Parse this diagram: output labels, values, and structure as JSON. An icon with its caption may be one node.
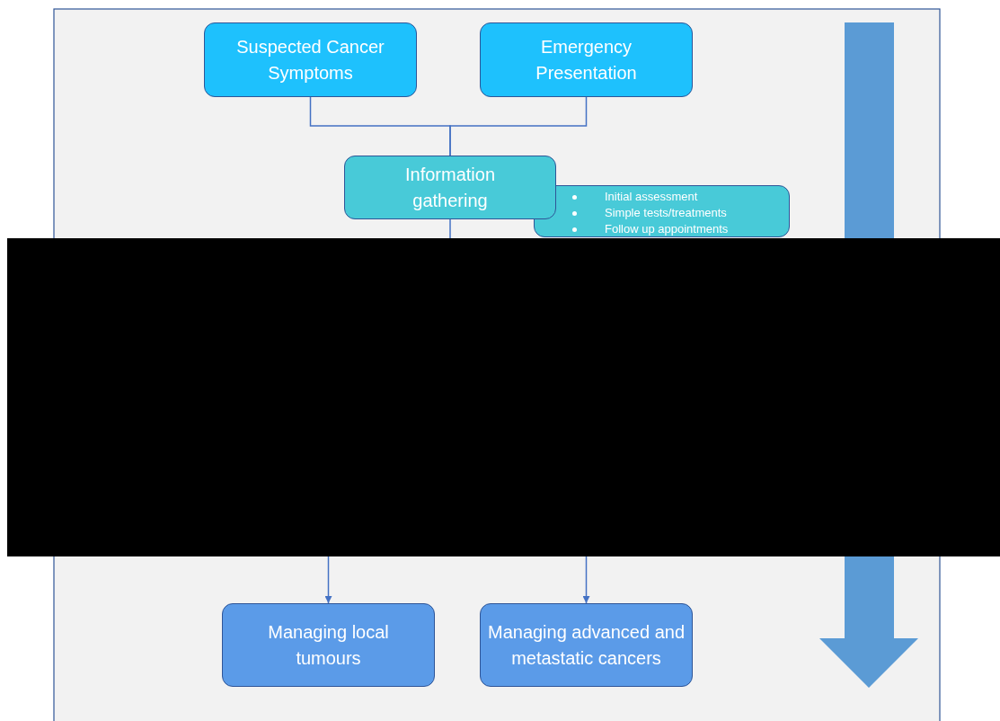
{
  "diagram": {
    "nodes": [
      {
        "text": [
          "Suspected Cancer Symptoms"
        ]
      },
      {
        "text": [
          "Emergency Presentation"
        ]
      },
      {
        "text": [
          "Information gathering"
        ]
      },
      {
        "text": [
          "Initial assessment",
          "Simple tests/treatments",
          "Follow up appointments"
        ]
      },
      {
        "text": [
          "Managing local tumours"
        ]
      },
      {
        "text": [
          "Managing advanced and metastatic cancers"
        ]
      }
    ],
    "edges": [
      {
        "from": 0,
        "to": 2,
        "arrow": "none"
      },
      {
        "from": 1,
        "to": 2,
        "arrow": "none"
      },
      {
        "from": 2,
        "to": null,
        "arrow": "none"
      },
      {
        "from": null,
        "to": 4,
        "arrow": "to"
      },
      {
        "from": null,
        "to": 5,
        "arrow": "to"
      }
    ]
  }
}
